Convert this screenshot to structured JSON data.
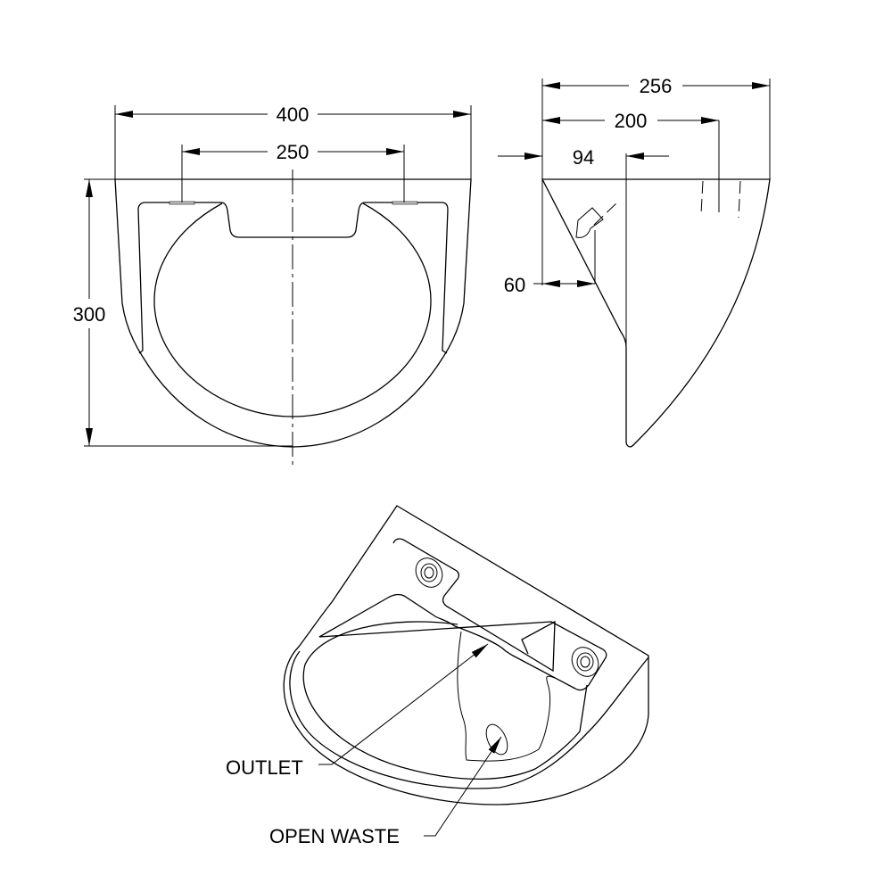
{
  "drawing": {
    "front_view": {
      "dimensions": {
        "overall_width": "400",
        "tap_centres": "250",
        "projection": "300"
      }
    },
    "side_view": {
      "dimensions": {
        "overall_depth": "256",
        "tap_depth": "200",
        "wall_to_front": "94",
        "wall_offset": "60"
      }
    },
    "isometric_view": {
      "callouts": {
        "outlet": "OUTLET",
        "open_waste": "OPEN WASTE"
      }
    },
    "colors": {
      "line": "#000000",
      "background": "#ffffff"
    }
  }
}
